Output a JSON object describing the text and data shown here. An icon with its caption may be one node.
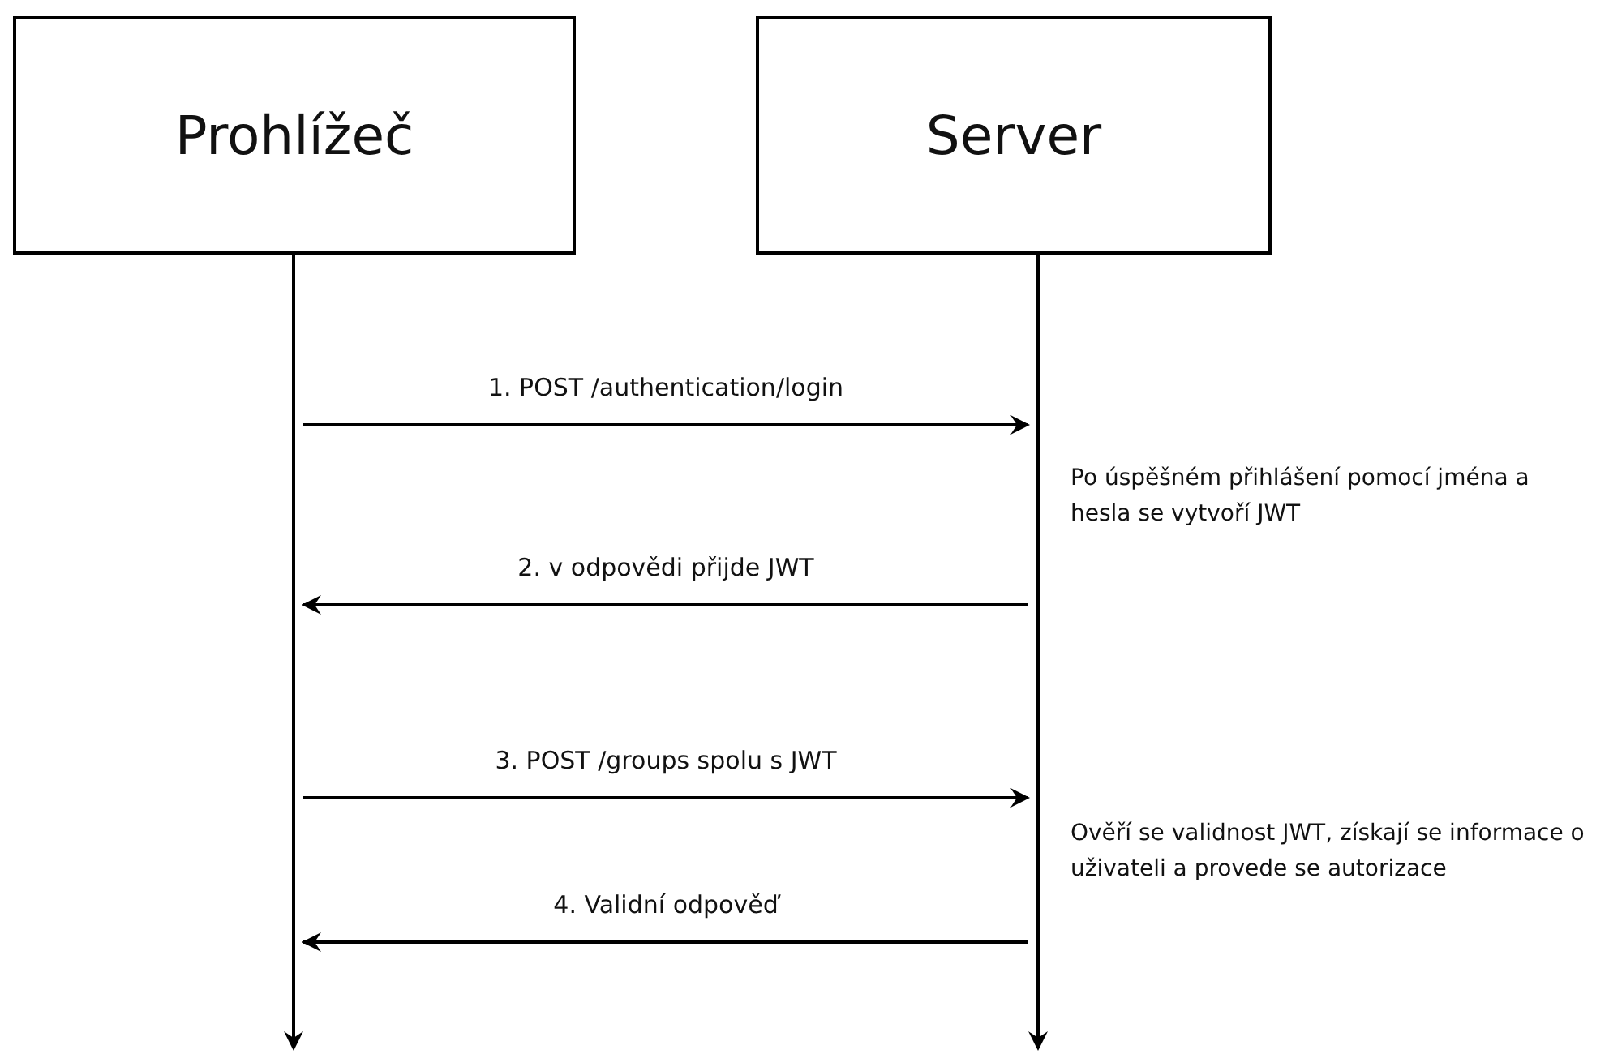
{
  "diagram": {
    "nodes": [
      {
        "text": [
          "Prohlížeč"
        ]
      },
      {
        "text": [
          "Server"
        ]
      },
      {
        "text": [],
        "shape": "line"
      },
      {
        "text": [],
        "shape": "line"
      }
    ],
    "edges": [
      {
        "from": 2,
        "to": 3,
        "label": "1. POST /authentication/login",
        "arrow": "to"
      },
      {
        "from": 3,
        "to": 2,
        "label": "2. v odpovědi přijde JWT",
        "arrow": "to"
      },
      {
        "from": 2,
        "to": 3,
        "label": "3. POST /groups spolu s JWT",
        "arrow": "to"
      },
      {
        "from": 3,
        "to": 2,
        "label": "4. Validní odpověď",
        "arrow": "to"
      }
    ],
    "labels": [
      "Po úspěšném přihlášení pomocí jména a hesla se vytvoří JWT",
      "Ověří se validnost JWT, získají se informace o uživateli a provede se autorizace"
    ]
  }
}
